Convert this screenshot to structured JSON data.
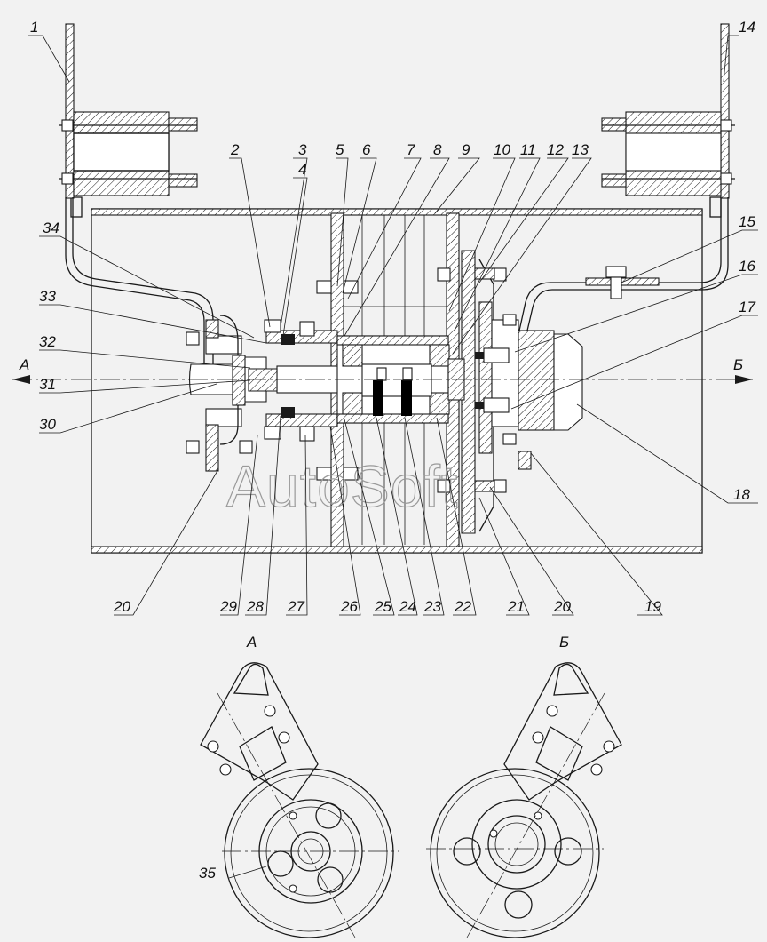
{
  "drawing": {
    "callouts": [
      {
        "id": "c1",
        "label": "1"
      },
      {
        "id": "c2",
        "label": "2"
      },
      {
        "id": "c3",
        "label": "3"
      },
      {
        "id": "c4",
        "label": "4"
      },
      {
        "id": "c5",
        "label": "5"
      },
      {
        "id": "c6",
        "label": "6"
      },
      {
        "id": "c7",
        "label": "7"
      },
      {
        "id": "c8",
        "label": "8"
      },
      {
        "id": "c9",
        "label": "9"
      },
      {
        "id": "c10",
        "label": "10"
      },
      {
        "id": "c11",
        "label": "11"
      },
      {
        "id": "c12",
        "label": "12"
      },
      {
        "id": "c13",
        "label": "13"
      },
      {
        "id": "c14",
        "label": "14"
      },
      {
        "id": "c15",
        "label": "15"
      },
      {
        "id": "c16",
        "label": "16"
      },
      {
        "id": "c17",
        "label": "17"
      },
      {
        "id": "c18",
        "label": "18"
      },
      {
        "id": "c19",
        "label": "19"
      },
      {
        "id": "c20a",
        "label": "20"
      },
      {
        "id": "c20b",
        "label": "20"
      },
      {
        "id": "c21",
        "label": "21"
      },
      {
        "id": "c22",
        "label": "22"
      },
      {
        "id": "c23",
        "label": "23"
      },
      {
        "id": "c24",
        "label": "24"
      },
      {
        "id": "c25",
        "label": "25"
      },
      {
        "id": "c26",
        "label": "26"
      },
      {
        "id": "c27",
        "label": "27"
      },
      {
        "id": "c28",
        "label": "28"
      },
      {
        "id": "c29",
        "label": "29"
      },
      {
        "id": "c30",
        "label": "30"
      },
      {
        "id": "c31",
        "label": "31"
      },
      {
        "id": "c32",
        "label": "32"
      },
      {
        "id": "c33",
        "label": "33"
      },
      {
        "id": "c34",
        "label": "34"
      },
      {
        "id": "c35",
        "label": "35"
      }
    ],
    "section_marks": {
      "left": "А",
      "right": "Б"
    },
    "view_titles": {
      "left": "А",
      "right": "Б"
    },
    "watermark": "AutoSoft"
  }
}
